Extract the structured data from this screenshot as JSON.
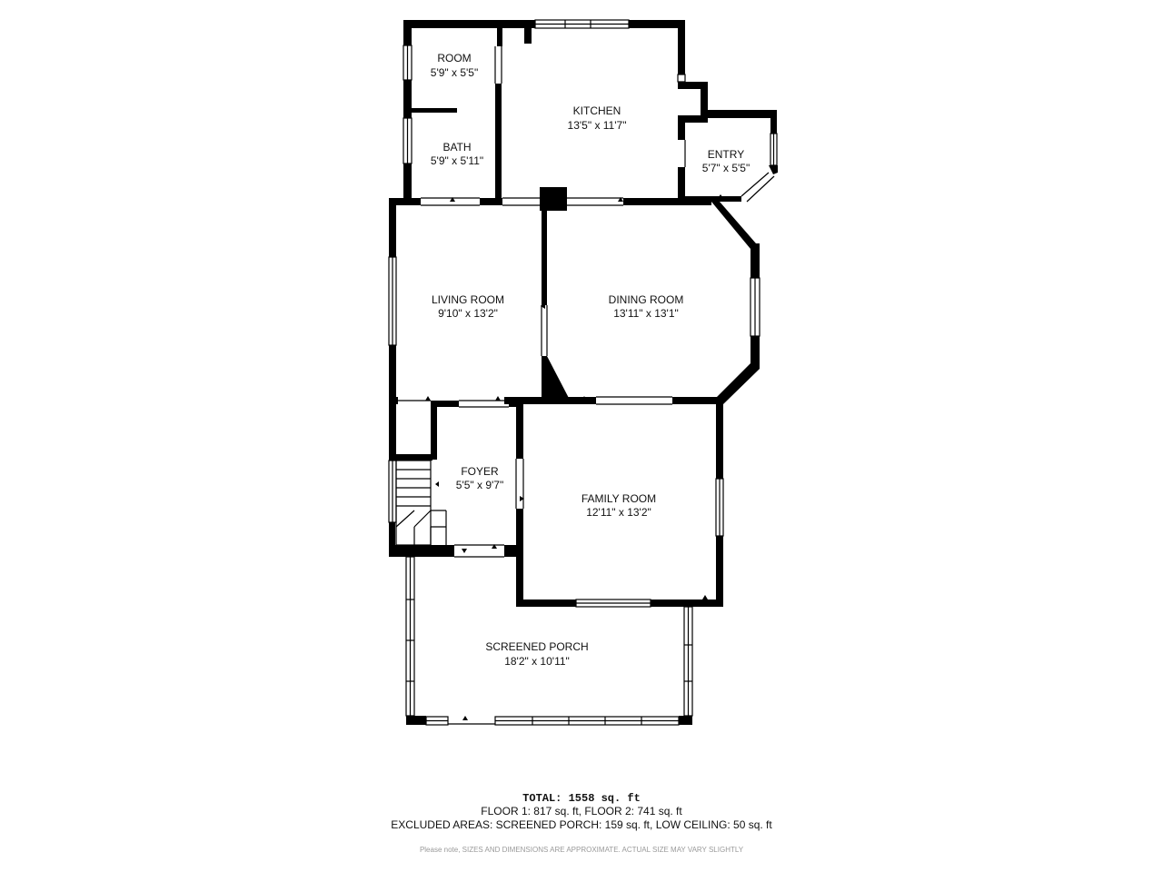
{
  "rooms": [
    {
      "name": "ROOM",
      "dims": "5'9\" x 5'5\""
    },
    {
      "name": "BATH",
      "dims": "5'9\" x 5'11\""
    },
    {
      "name": "KITCHEN",
      "dims": "13'5\" x 11'7\""
    },
    {
      "name": "ENTRY",
      "dims": "5'7\" x 5'5\""
    },
    {
      "name": "LIVING ROOM",
      "dims": "9'10\" x 13'2\""
    },
    {
      "name": "DINING ROOM",
      "dims": "13'11\" x 13'1\""
    },
    {
      "name": "FOYER",
      "dims": "5'5\" x 9'7\""
    },
    {
      "name": "FAMILY ROOM",
      "dims": "12'11\" x 13'2\""
    },
    {
      "name": "SCREENED PORCH",
      "dims": "18'2\" x 10'11\""
    }
  ],
  "footer": {
    "total_label": "TOTAL:",
    "total_value": "1558 sq. ft",
    "floors": "FLOOR 1: 817 sq. ft, FLOOR 2: 741 sq. ft",
    "excluded": "EXCLUDED AREAS: SCREENED PORCH: 159 sq. ft, LOW CEILING: 50 sq. ft",
    "disclaimer": "Please note, SIZES AND DIMENSIONS ARE APPROXIMATE. ACTUAL SIZE MAY VARY SLIGHTLY"
  }
}
